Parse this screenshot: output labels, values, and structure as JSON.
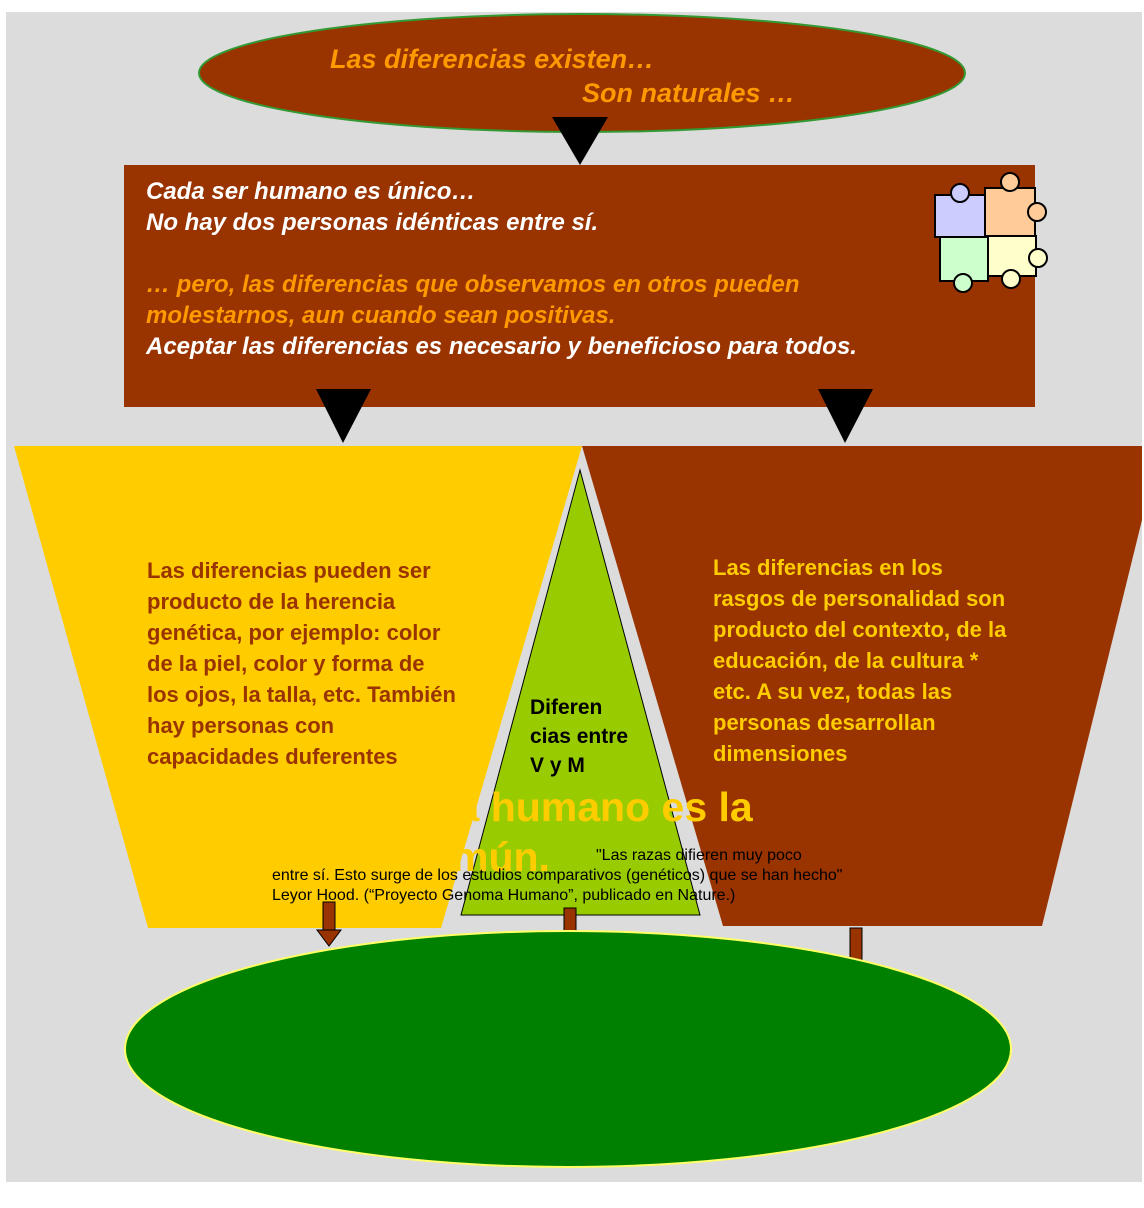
{
  "colors": {
    "background": "#dcdcdc",
    "brown": "#993300",
    "orange": "#ff9900",
    "yellow": "#ffcc00",
    "lime_green": "#99cc00",
    "dark_green": "#008000",
    "black": "#000000",
    "white": "#ffffff"
  },
  "top_oval": {
    "line1": "Las diferencias existen…",
    "line2": "Son naturales …"
  },
  "main_box": {
    "line1": "Cada ser humano es único…",
    "line2": "No hay dos personas idénticas entre sí.",
    "line3": "… pero,  las diferencias que observamos en otros pueden",
    "line4": "molestarnos, aun cuando  sean positivas.",
    "line5": "Aceptar las diferencias es necesario y beneficioso para todos.",
    "icon": "puzzle-pieces-icon"
  },
  "left_trapezoid": {
    "text": "Las diferencias pueden ser producto de la herencia genética, por ejemplo: color de la piel, color y forma de los ojos, la talla, etc. También hay personas con capacidades duferentes"
  },
  "center_triangle": {
    "text": "Diferen cias entre V y M"
  },
  "right_trapezoid": {
    "text": "Las diferencias en los rasgos de personalidad son producto del contexto, de la educación, de la cultura * etc.  A su vez, todas las personas desarrollan dimensiones"
  },
  "bottom_oval": {
    "title": "El genoma humano es la matriz común.",
    "quote_line1": "\"Las razas difieren muy poco",
    "quote_rest": "entre sí. Esto surge de los estudios comparativos (genéticos) que se han hecho\" Leyor Hood. (“Proyecto Genoma Humano”, publicado en Nature.)"
  }
}
